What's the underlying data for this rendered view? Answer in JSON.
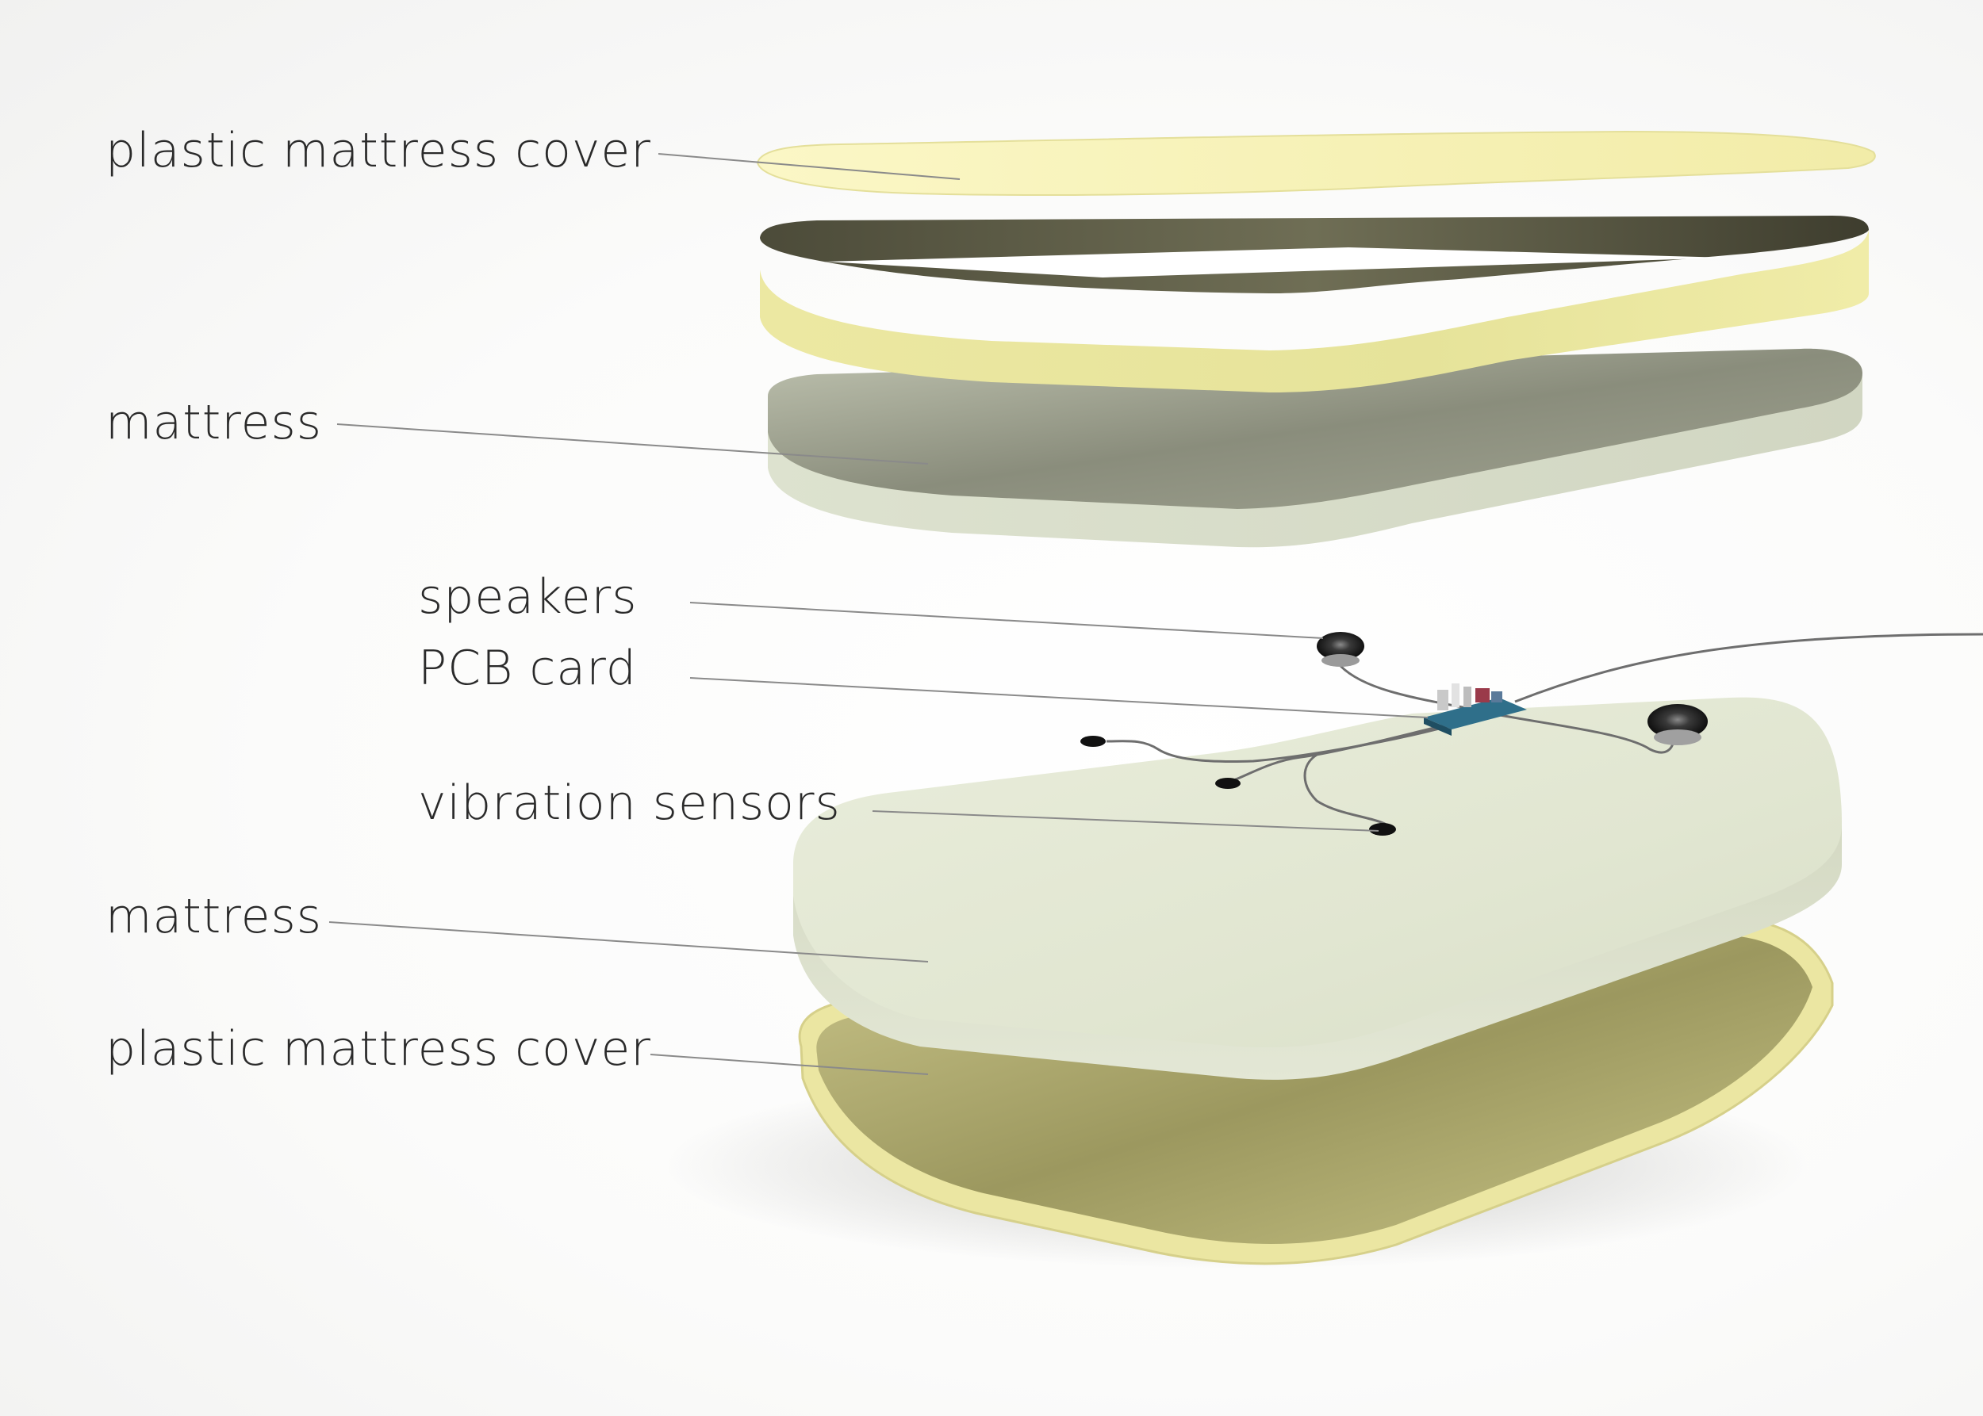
{
  "labels": {
    "top_cover": "plastic mattress cover",
    "top_mattress": "mattress",
    "speakers": "speakers",
    "pcb": "PCB card",
    "sensors": "vibration sensors",
    "bottom_mattress": "mattress",
    "bottom_cover": "plastic mattress cover"
  },
  "colors": {
    "cover_yellow": "#f6f2b4",
    "rim_yellow": "#e9e69f",
    "mattress_green": "#dfe4cf",
    "tray_olive": "#b7b377",
    "leader_line": "#8a8a8a",
    "pcb_blue": "#2f6f8a"
  }
}
